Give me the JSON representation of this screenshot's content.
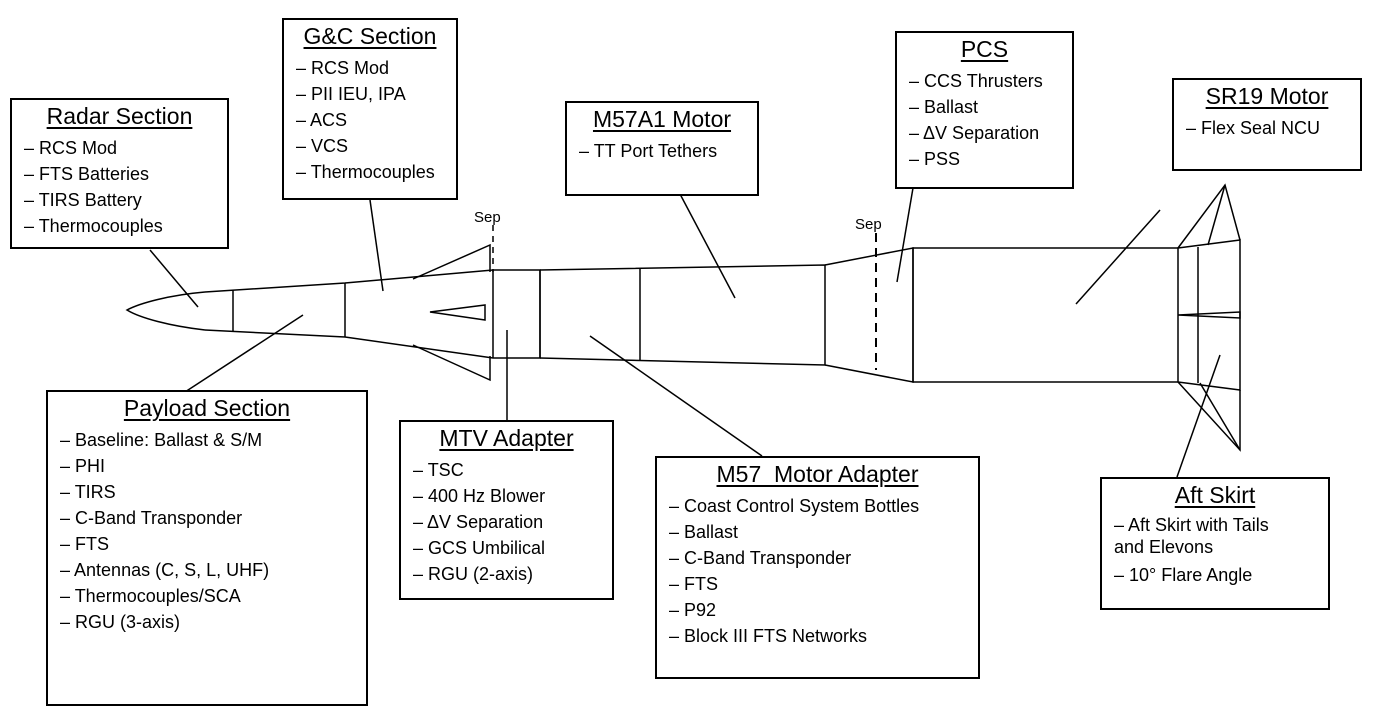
{
  "sections": [
    {
      "id": "radar",
      "title": "Radar Section",
      "items": [
        "RCS Mod",
        "FTS Batteries",
        "TIRS Battery",
        "Thermocouples"
      ]
    },
    {
      "id": "gc",
      "title": "G&C Section",
      "items": [
        "RCS Mod",
        "PII IEU, IPA",
        "ACS",
        "VCS",
        "Thermocouples"
      ]
    },
    {
      "id": "m57a1",
      "title": "M57A1 Motor",
      "items": [
        "TT Port Tethers"
      ]
    },
    {
      "id": "pcs",
      "title": "PCS",
      "items": [
        "CCS Thrusters",
        "Ballast",
        "ΔV Separation",
        "PSS"
      ]
    },
    {
      "id": "sr19",
      "title": "SR19 Motor",
      "items": [
        "Flex Seal NCU"
      ]
    },
    {
      "id": "payload",
      "title": "Payload Section",
      "items": [
        "Baseline: Ballast & S/M",
        "PHI",
        "TIRS",
        "C-Band Transponder",
        "FTS",
        "Antennas (C, S, L, UHF)",
        "Thermocouples/SCA",
        "RGU (3-axis)"
      ]
    },
    {
      "id": "mtv",
      "title": "MTV Adapter",
      "items": [
        "TSC",
        "400 Hz Blower",
        "ΔV Separation",
        "GCS Umbilical",
        "RGU (2-axis)"
      ]
    },
    {
      "id": "m57",
      "title": "M57  Motor Adapter",
      "items": [
        "Coast Control System Bottles",
        "Ballast",
        "C-Band Transponder",
        "FTS",
        "P92",
        "Block III FTS Networks"
      ]
    },
    {
      "id": "aft",
      "title": "Aft Skirt",
      "items": [
        "Aft Skirt with Tails and Elevons",
        "10° Flare Angle"
      ]
    }
  ],
  "separation_labels": [
    "Sep",
    "Sep"
  ]
}
